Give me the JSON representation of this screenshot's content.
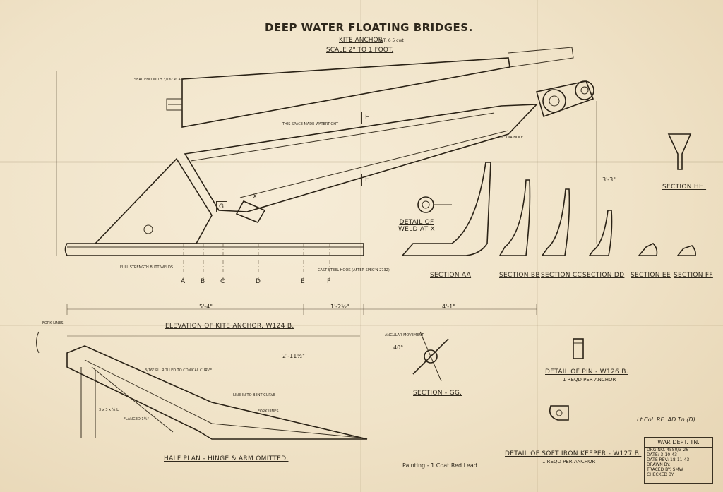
{
  "title": "DEEP WATER FLOATING BRIDGES.",
  "subtitle": "KITE ANCHOR",
  "weight_note": "WT. 6·5 cwt",
  "scale": "SCALE 2\" TO 1 FOOT.",
  "views": {
    "elevation": "ELEVATION OF KITE ANCHOR. W124 B.",
    "half_plan": "HALF PLAN - HINGE & ARM OMITTED.",
    "detail_weld": "DETAIL OF WELD AT X",
    "section_gg": "SECTION - GG.",
    "section_hh": "SECTION HH.",
    "detail_pin": "DETAIL OF PIN - W126 B.",
    "pin_reqd": "1 REQD PER ANCHOR",
    "detail_keeper": "DETAIL OF SOFT IRON KEEPER - W127 B.",
    "keeper_reqd": "1 REQD PER ANCHOR",
    "painting": "Painting - 1 Coat Red Lead"
  },
  "sections": [
    "SECTION AA",
    "SECTION BB",
    "SECTION CC",
    "SECTION DD",
    "SECTION EE",
    "SECTION FF"
  ],
  "section_marks": [
    "A",
    "B",
    "C",
    "D",
    "E",
    "F"
  ],
  "cut_marks": {
    "g": "G",
    "h": "H",
    "x": "X"
  },
  "dimensions": {
    "elev_left": "5'-4\"",
    "elev_mid": "1'-2½\"",
    "elev_right": "4'-1\"",
    "plan_width": "2'-11½\"",
    "gg_angle": "40°",
    "hh_depth": "3'-3\""
  },
  "notes": {
    "full_strength": "FULL STRENGTH BUTT WELDS",
    "cast_steel": "CAST STEEL HOOK (AFTER SPEC'N 2732)",
    "fork_lines": "FORK LINES",
    "fork_lines_plan": "FORK LINES",
    "line_in": "LINE IN TO BENT CURVE",
    "flanged": "FLANGED 1¼\"",
    "plate_bent": "3/16\" PL. ROLLED TO CONICAL CURVE",
    "angle_note": "3 x 3 x ¼ L",
    "angular_movement": "ANGULAR MOVEMENT",
    "seal_end": "SEAL END WITH 3/16\" PLATE",
    "watertight": "THIS SPACE MADE WATERTIGHT",
    "dia_hole": "1⅛\" DIA HOLE"
  },
  "signature": "Lt Col. RE. AD Tn (D)",
  "info_block": {
    "header": "WAR DEPT. TN.",
    "rows": [
      "DRG NO. 4580/3-26",
      "DATE: 3-10-43",
      "DATE REV: 18-11-43",
      "DRAWN BY:",
      "TRACED BY: SMW",
      "CHECKED BY:"
    ]
  }
}
